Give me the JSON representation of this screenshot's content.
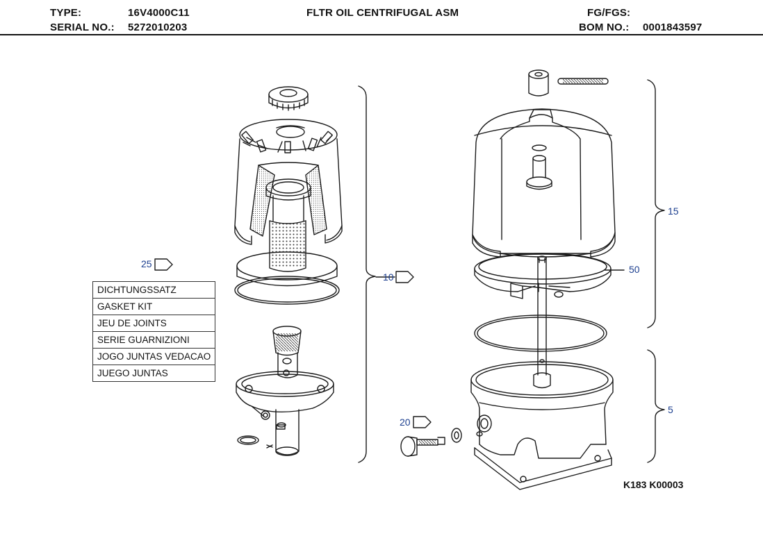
{
  "header": {
    "type_label": "TYPE:",
    "type_value": "16V4000C11",
    "serial_label": "SERIAL NO.:",
    "serial_value": "5272010203",
    "title": "FLTR OIL CENTRIFUGAL ASM",
    "fg_label": "FG/FGS:",
    "fg_value": "",
    "bom_label": "BOM NO.:",
    "bom_value": "0001843597"
  },
  "callouts": {
    "c25": "25",
    "c10": "10",
    "c20": "20",
    "c15": "15",
    "c50": "50",
    "c5": "5"
  },
  "kit_names": [
    "DICHTUNGSSATZ",
    "GASKET KIT",
    "JEU DE JOINTS",
    "SERIE GUARNIZIONI",
    "JOGO JUNTAS VEDACAO",
    "JUEGO JUNTAS"
  ],
  "figure_code": "K183 K00003"
}
